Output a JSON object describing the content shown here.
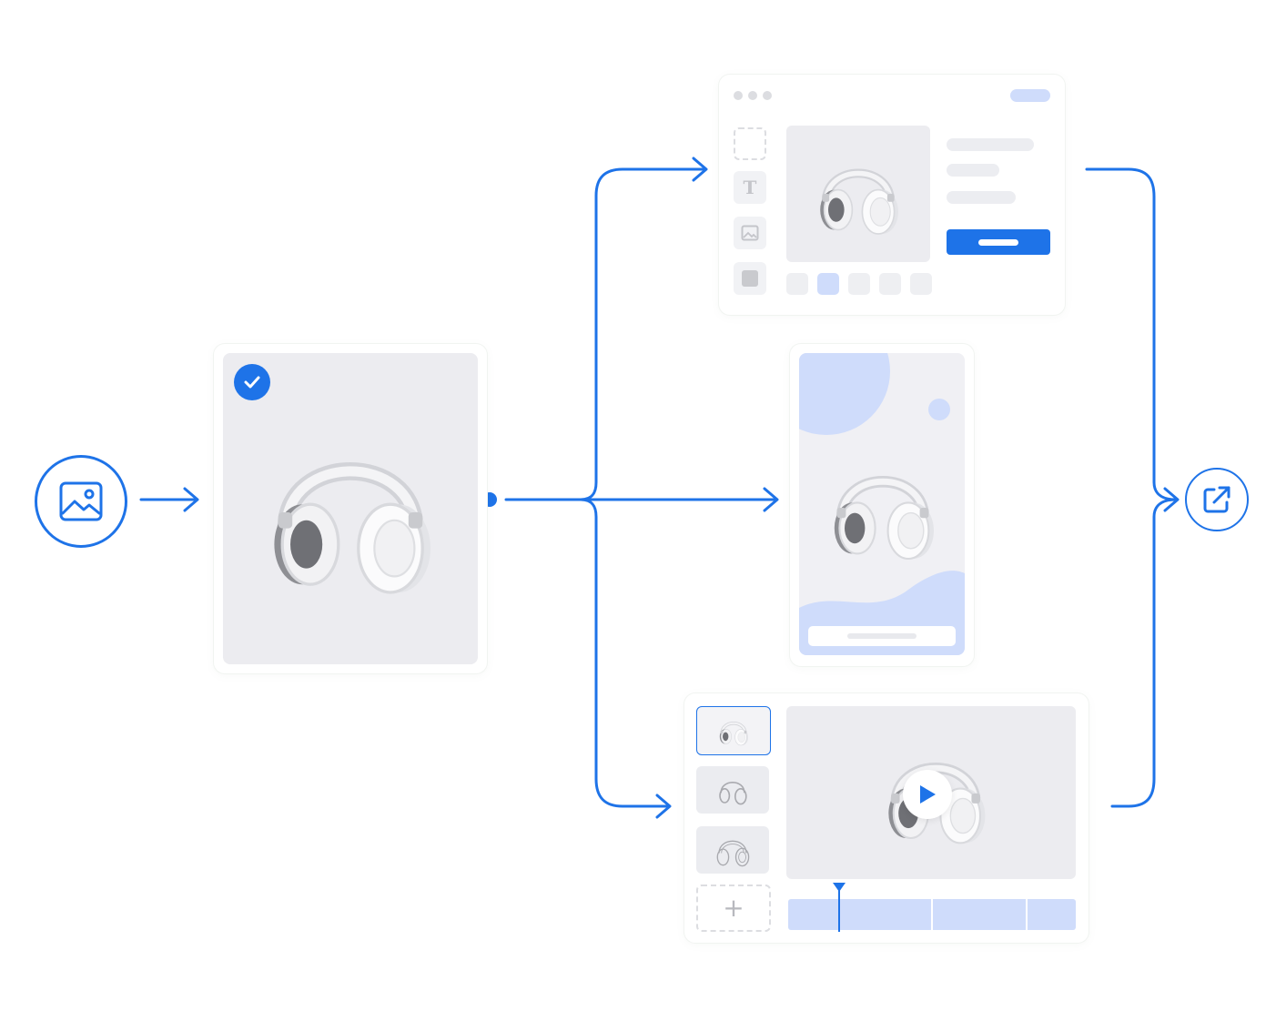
{
  "diagram": {
    "icons": {
      "source": "image-icon",
      "output": "external-link-icon",
      "selected": "check-icon",
      "play": "play-icon",
      "add": "plus-icon",
      "text_tool": "T"
    },
    "editor": {
      "tools": [
        "select-tool",
        "text-tool",
        "image-tool",
        "shape-tool"
      ],
      "swatch_count": 5,
      "active_swatch": 1
    },
    "video": {
      "thumbnails": [
        "headphones-photo",
        "headphones-outline",
        "headphones-sketch"
      ],
      "add_label": "+"
    },
    "colors": {
      "accent": "#1e73e8",
      "card_bg": "#ffffff",
      "photo_bg": "#ececf0",
      "light_accent": "#cfdcfb",
      "placeholder": "#ecedf1"
    }
  }
}
